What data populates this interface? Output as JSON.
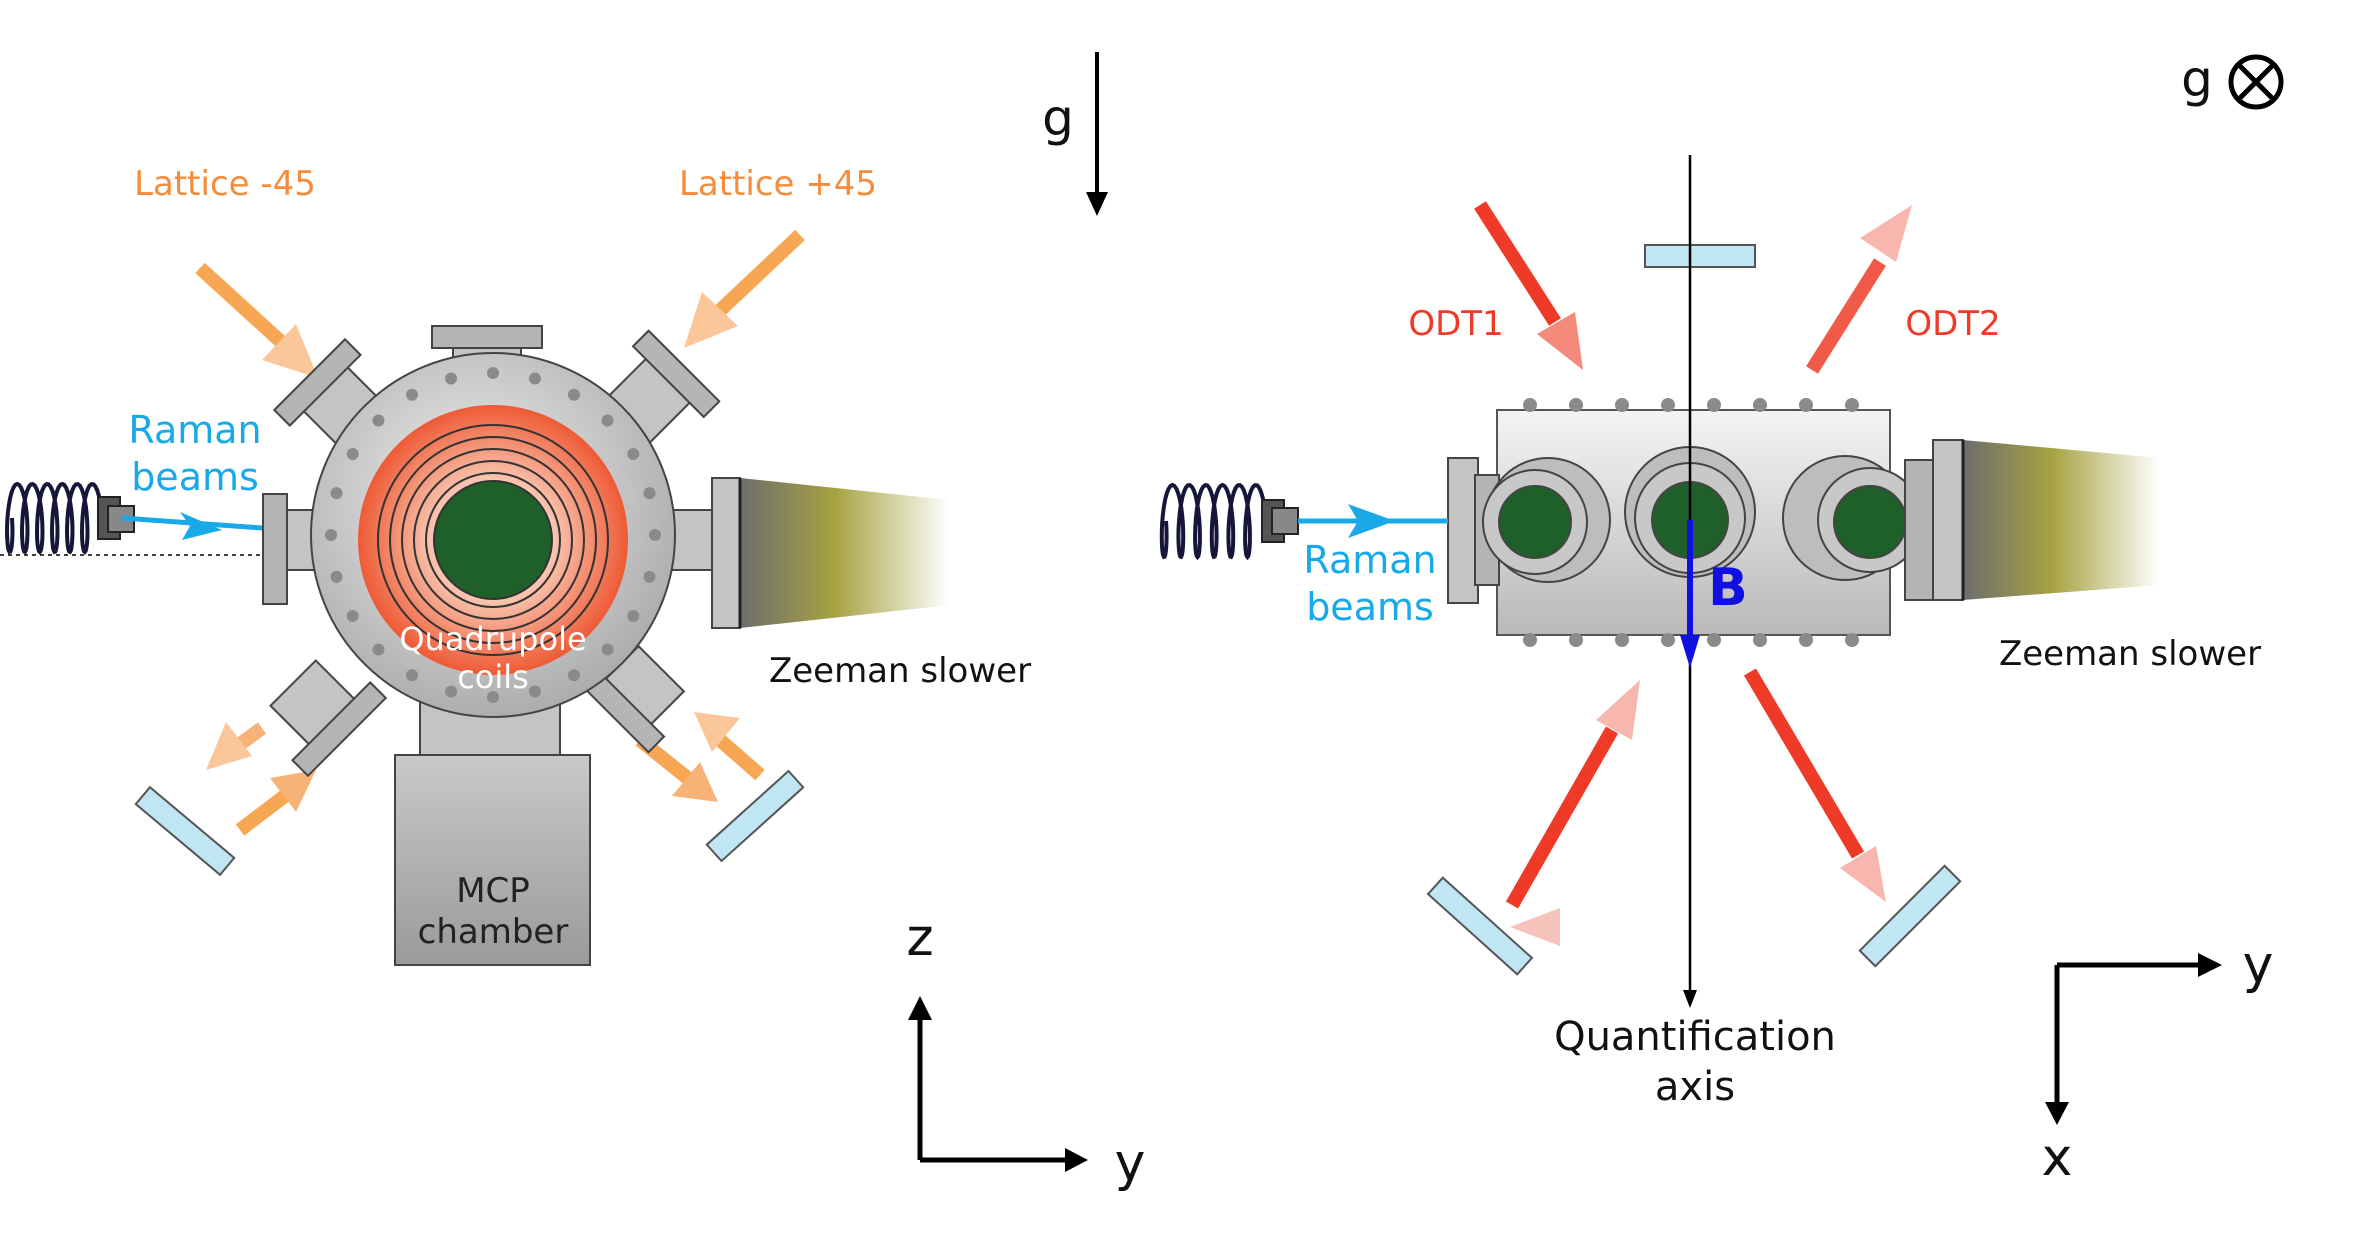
{
  "left_panel": {
    "lattice_minus_label": "Lattice -45",
    "lattice_plus_label": "Lattice +45",
    "raman_label_line1": "Raman",
    "raman_label_line2": "beams",
    "coils_label_line1": "Quadrupole",
    "coils_label_line2": "coils",
    "mcp_label_line1": "MCP",
    "mcp_label_line2": "chamber",
    "zeeman_label": "Zeeman slower",
    "gravity_label": "g",
    "axis_vertical_label": "z",
    "axis_horizontal_label": "y"
  },
  "right_panel": {
    "odt1_label": "ODT1",
    "odt2_label": "ODT2",
    "raman_label_line1": "Raman",
    "raman_label_line2": "beams",
    "field_label": "B",
    "zeeman_label": "Zeeman slower",
    "quant_axis_line1": "Quantification",
    "quant_axis_line2": "axis",
    "gravity_label": "g",
    "axis_horizontal_label": "y",
    "axis_vertical_label": "x"
  },
  "colors": {
    "lattice_orange": "#f58c3c",
    "odt_red": "#f0402c",
    "raman_blue": "#1aa9e8",
    "field_blue": "#1010e0",
    "chamber_green": "#1f5f2a",
    "steel_gray": "#c8c8c8",
    "mirror_blue": "#bfe6f2"
  }
}
